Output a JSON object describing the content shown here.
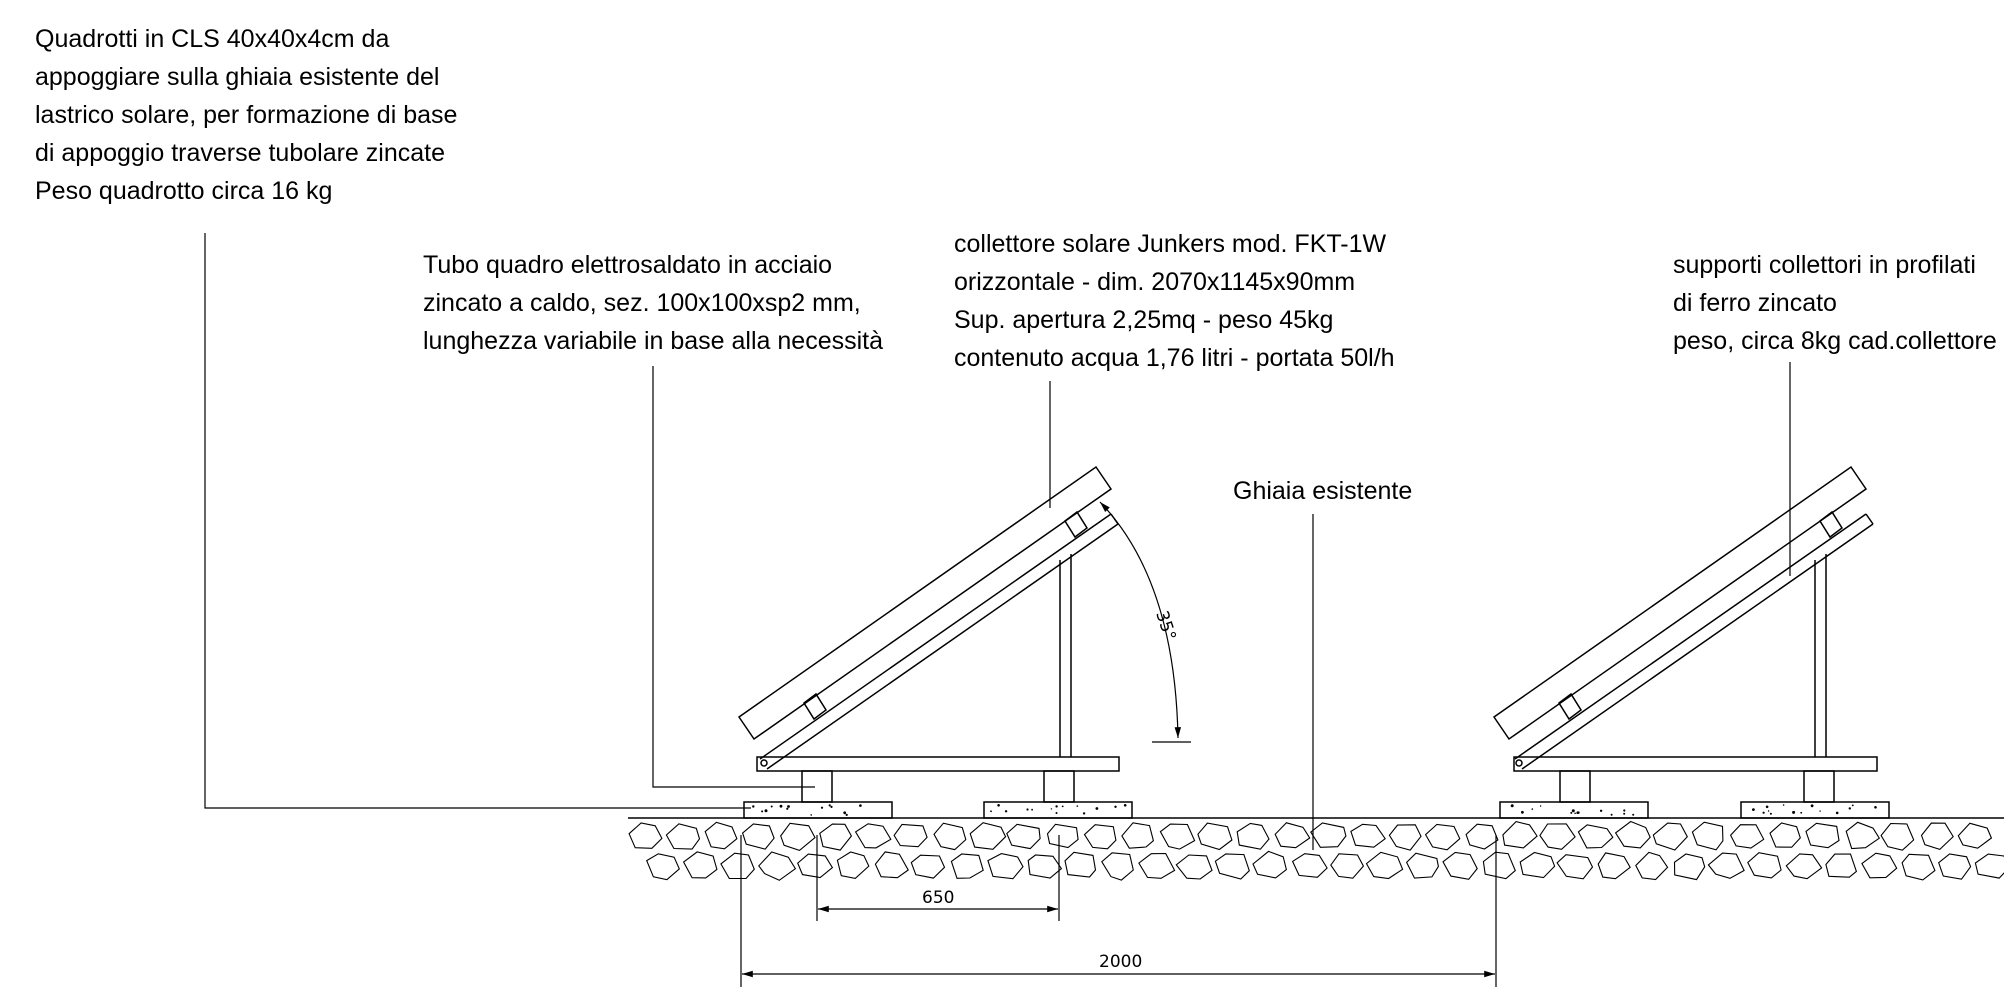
{
  "notes": {
    "concrete_tiles": [
      "Quadrotti in CLS 40x40x4cm da",
      "appoggiare sulla ghiaia esistente del",
      "lastrico solare, per formazione di base",
      "di appoggio traverse tubolare zincate",
      "Peso quadrotto circa 16 kg"
    ],
    "steel_tube": [
      "Tubo quadro elettrosaldato in acciaio",
      "zincato a caldo, sez. 100x100xsp2 mm,",
      "lunghezza variabile in base alla necessità"
    ],
    "collector": [
      "collettore solare Junkers mod. FKT-1W",
      "orizzontale - dim. 2070x1145x90mm",
      "Sup. apertura 2,25mq - peso 45kg",
      "contenuto acqua 1,76 litri - portata 50l/h"
    ],
    "supports": [
      "supporti collettori in profilati",
      "di ferro zincato",
      "peso, circa 8kg cad.collettore"
    ],
    "gravel": "Ghiaia esistente"
  },
  "dimensions": {
    "tilt_angle": "35°",
    "beam_spacing": "650",
    "row_spacing": "2000"
  }
}
